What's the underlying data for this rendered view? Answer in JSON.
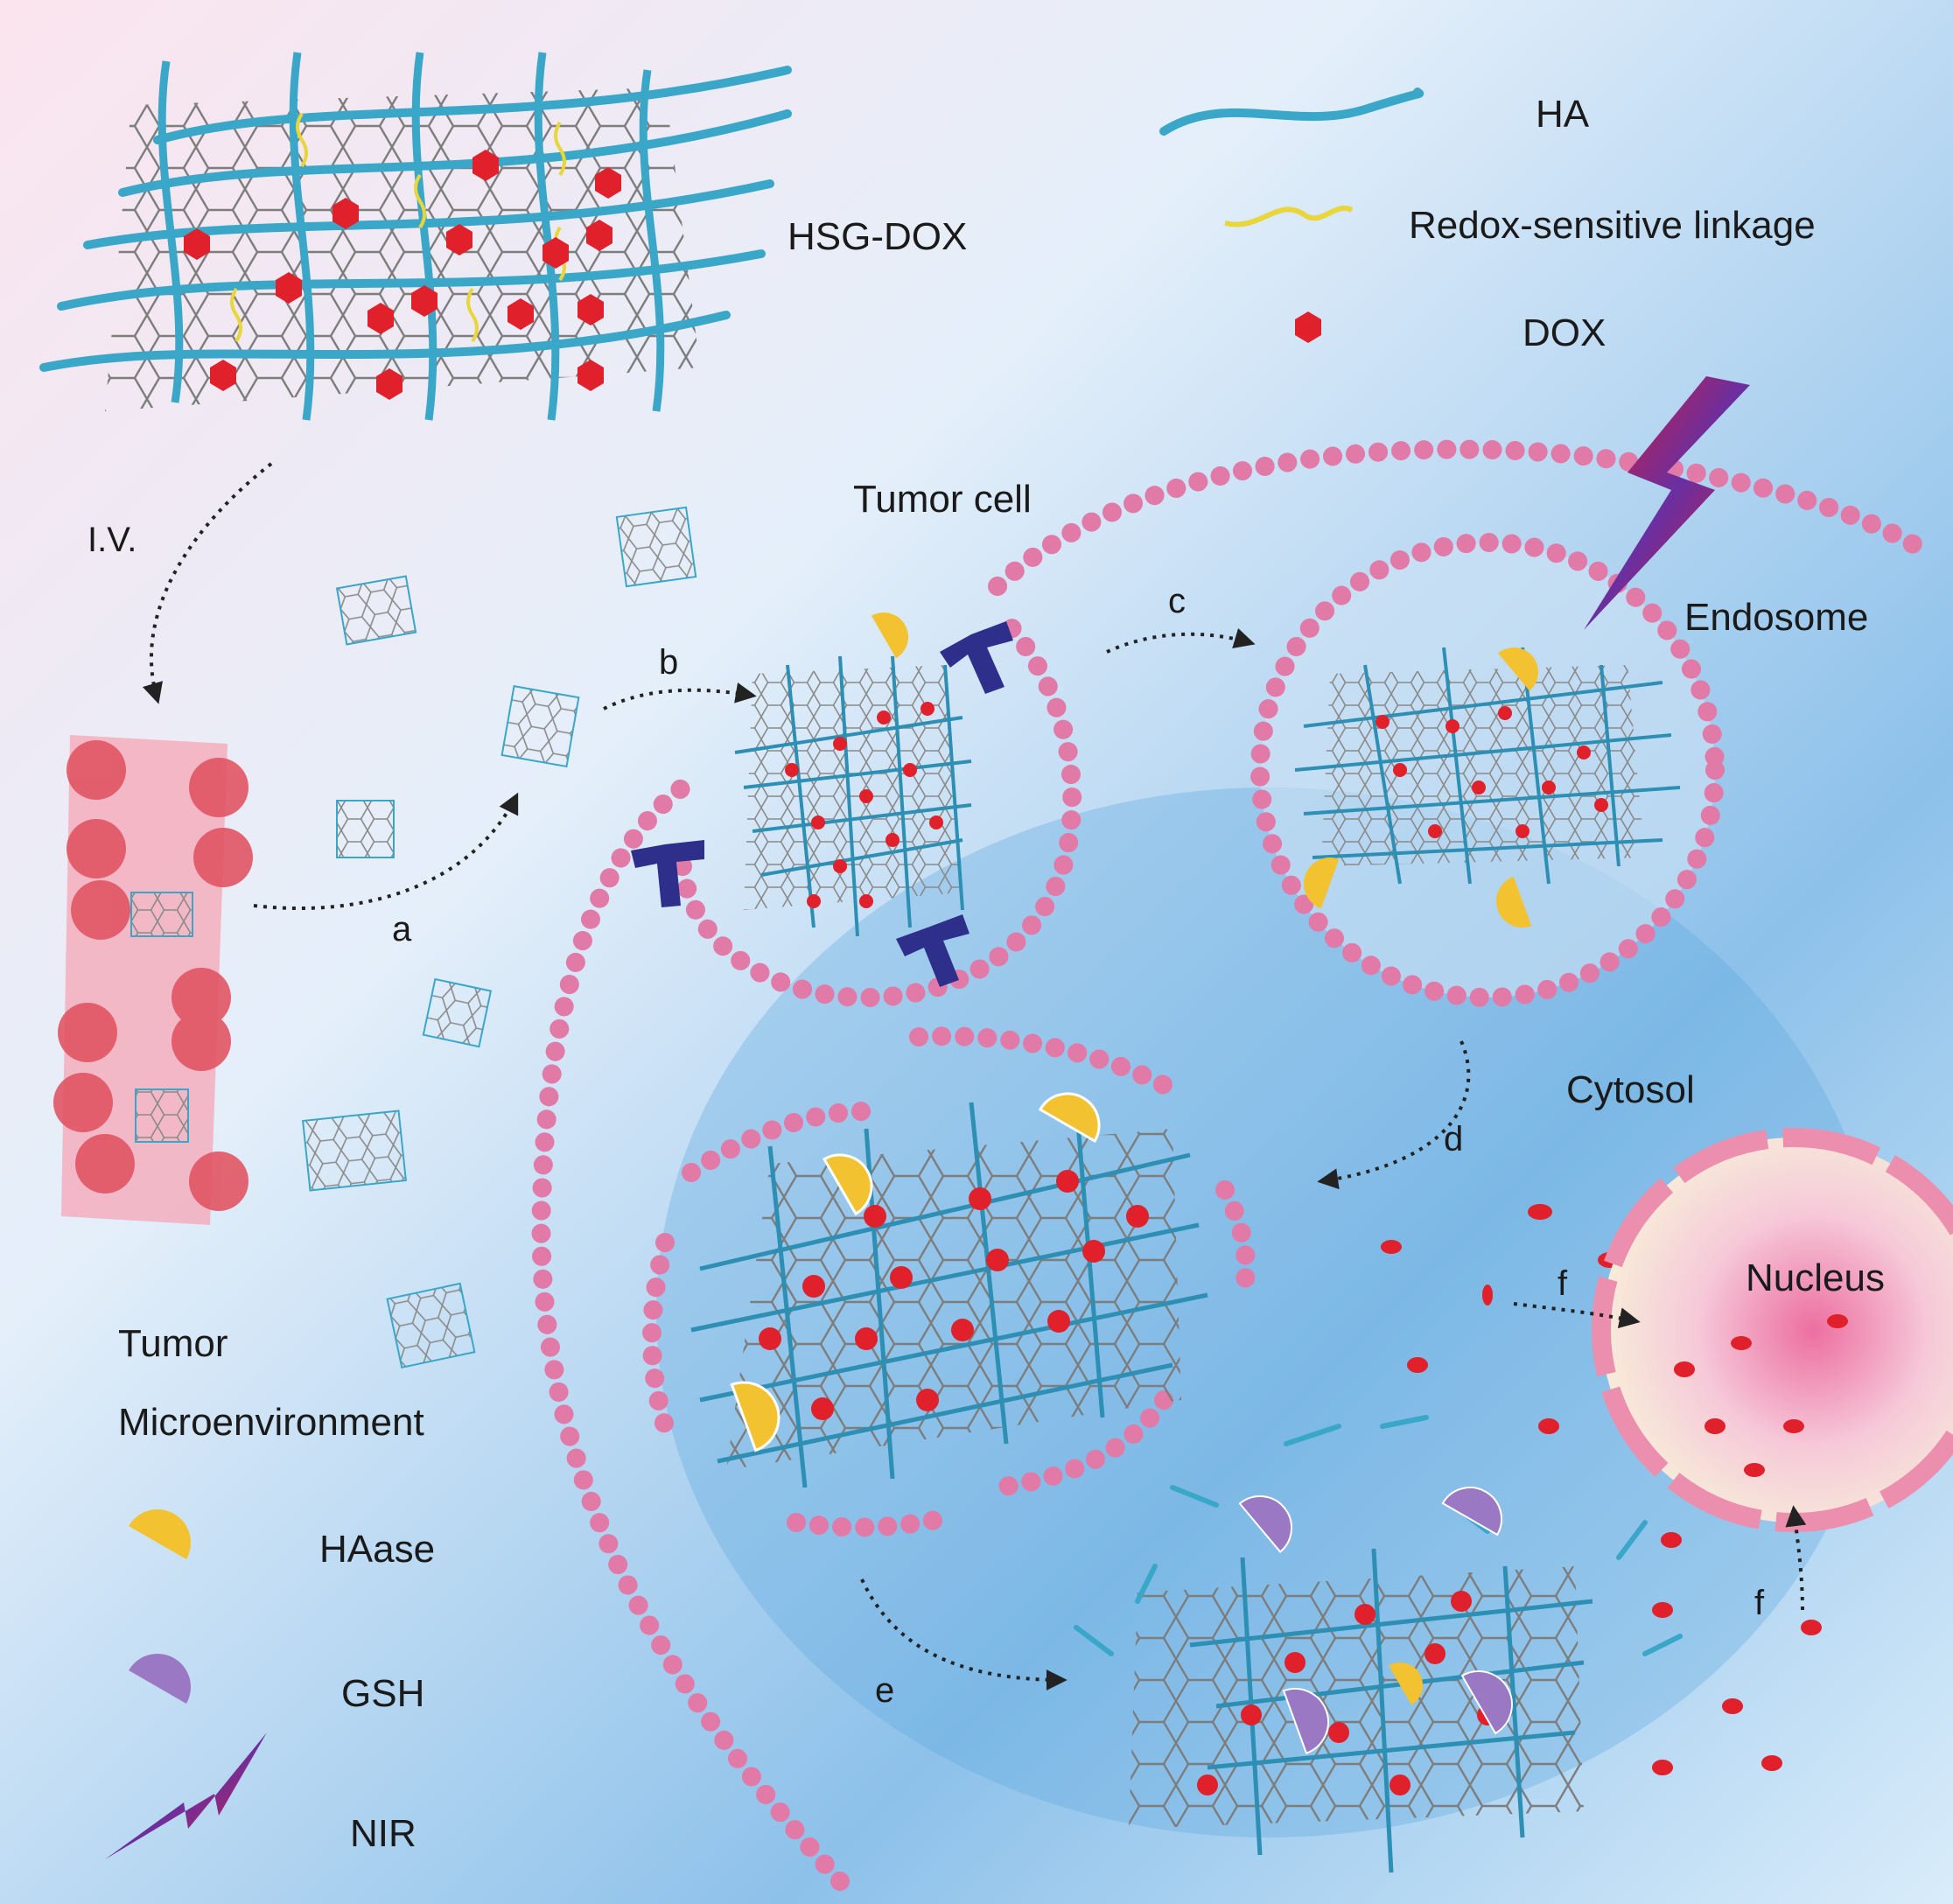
{
  "labels": {
    "hsg_dox": "HSG-DOX",
    "tumor_cell": "Tumor cell",
    "endosome": "Endosome",
    "cytosol": "Cytosol",
    "nucleus": "Nucleus",
    "iv": "I.V.",
    "tumor": "Tumor",
    "microenvironment": "Microenvironment"
  },
  "steps": {
    "a": "a",
    "b": "b",
    "c": "c",
    "d": "d",
    "e": "e",
    "f1": "f",
    "f2": "f"
  },
  "legend": {
    "ha": "HA",
    "redox": "Redox-sensitive linkage",
    "dox": "DOX",
    "haase": "HAase",
    "gsh": "GSH",
    "nir": "NIR"
  },
  "colors": {
    "ha_fiber": "#3aa7c9",
    "redox_linkage": "#e8d63a",
    "dox": "#e0202a",
    "haase": "#f2c230",
    "gsh": "#9a78c4",
    "membrane_bead": "#e27aa8",
    "receptor": "#2e2f8a",
    "nir_red": "#e3182d",
    "nir_purple": "#6a2fa0",
    "nucleus_rim": "#ec8fae"
  },
  "icons": [
    "haase-icon",
    "gsh-icon",
    "nir-bolt-icon",
    "dox-hexagon-icon",
    "ha-fiber-icon",
    "redox-linkage-icon"
  ]
}
